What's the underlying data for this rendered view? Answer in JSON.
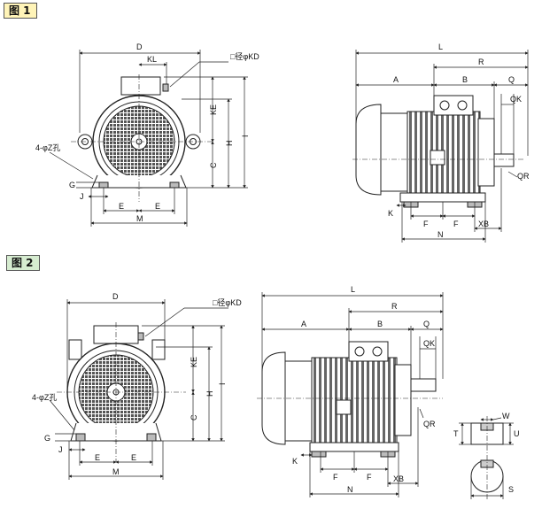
{
  "figures": [
    {
      "tag": "图 1",
      "front_labels": {
        "D": "D",
        "KL": "KL",
        "KD": "□径φKD",
        "KE": "KE",
        "H": "H",
        "I": "I",
        "C": "C",
        "Z": "4-φZ孔",
        "G": "G",
        "J": "J",
        "E1": "E",
        "E2": "E",
        "M": "M"
      },
      "side_labels": {
        "L": "L",
        "R": "R",
        "A": "A",
        "B": "B",
        "Q": "Q",
        "QK": "QK",
        "QR": "QR",
        "K": "K",
        "F1": "F",
        "F2": "F",
        "N": "N",
        "XB": "XB"
      }
    },
    {
      "tag": "图 2",
      "front_labels": {
        "D": "D",
        "KD": "□径φKD",
        "KE": "KE",
        "H": "H",
        "I": "I",
        "C": "C",
        "Z": "4-φZ孔",
        "G": "G",
        "J": "J",
        "E1": "E",
        "E2": "E",
        "M": "M"
      },
      "side_labels": {
        "L": "L",
        "R": "R",
        "A": "A",
        "B": "B",
        "Q": "Q",
        "QK": "QK",
        "QR": "QR",
        "K": "K",
        "F1": "F",
        "F2": "F",
        "N": "N",
        "XB": "XB"
      },
      "shaft_labels": {
        "W": "W",
        "T": "T",
        "U": "U",
        "S": "S"
      }
    }
  ],
  "colors": {
    "tag1_bg": "#fff4b8",
    "tag2_bg": "#d6ecd0",
    "line": "#222222"
  }
}
